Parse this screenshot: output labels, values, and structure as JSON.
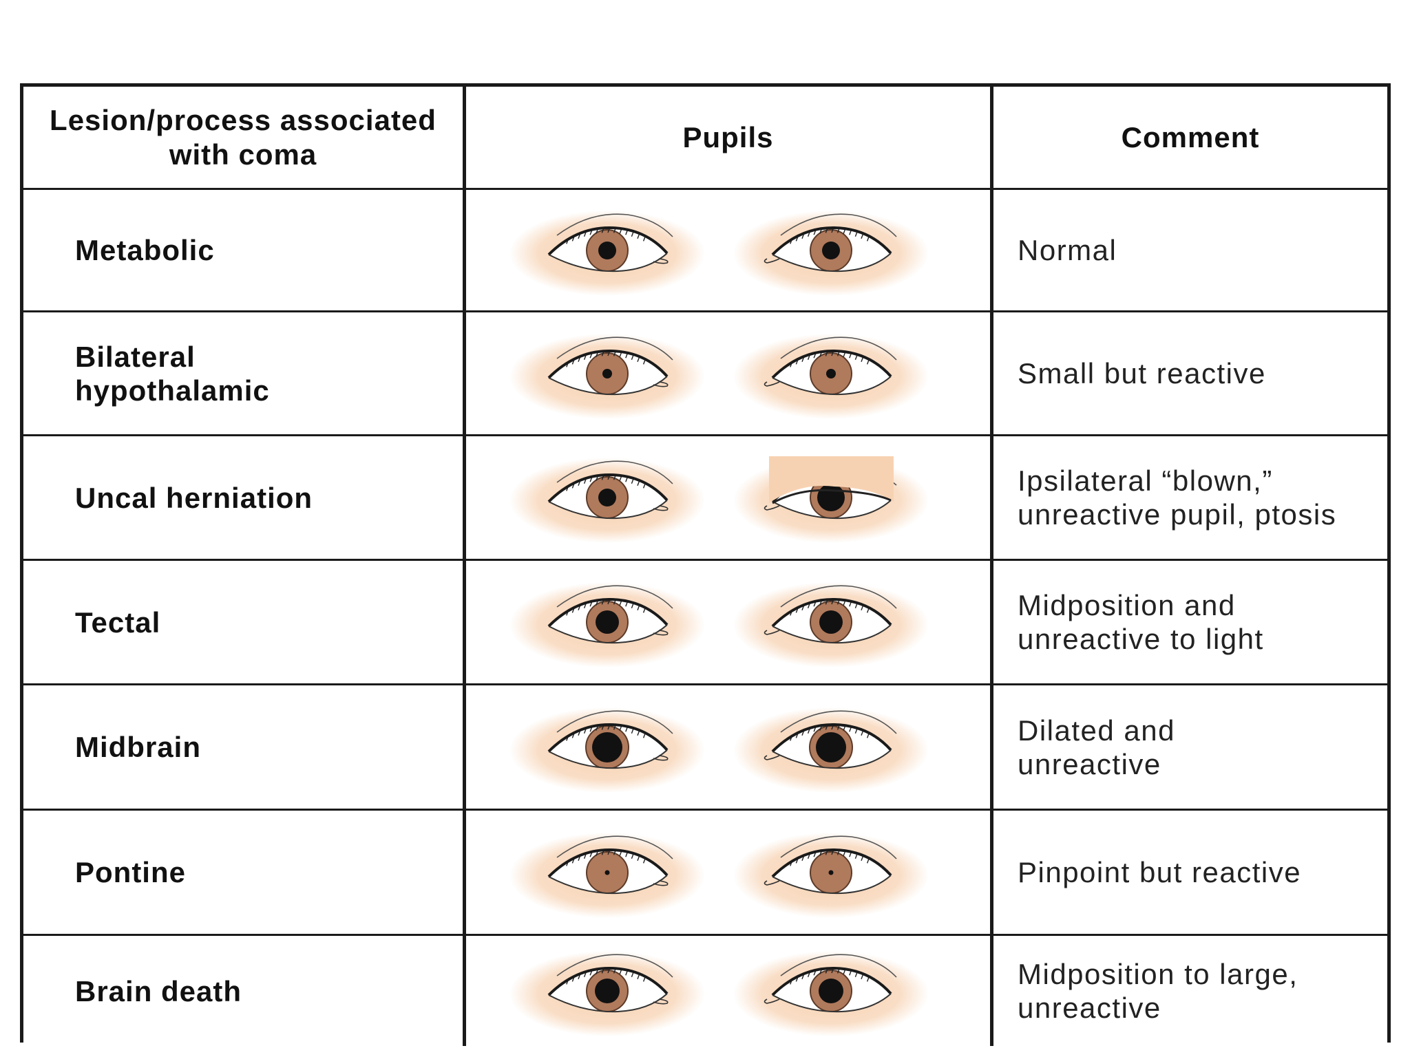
{
  "table": {
    "headers": {
      "lesion": "Lesion/process associated with coma",
      "pupils": "Pupils",
      "comment": "Comment"
    },
    "rows": [
      {
        "lesion": "Metabolic",
        "comment": "Normal",
        "pupils": {
          "right": "medium",
          "left": "medium"
        }
      },
      {
        "lesion": "Bilateral hypothalamic",
        "comment": "Small but reactive",
        "pupils": {
          "right": "small",
          "left": "small"
        }
      },
      {
        "lesion": "Uncal herniation",
        "comment": "Ipsilateral “blown,” unreactive pupil, ptosis",
        "pupils": {
          "right": "medium",
          "left": "dilated with ptosis"
        }
      },
      {
        "lesion": "Tectal",
        "comment": "Midposition and unreactive to light",
        "pupils": {
          "right": "midposition",
          "left": "midposition"
        }
      },
      {
        "lesion": "Midbrain",
        "comment": "Dilated and unreactive",
        "pupils": {
          "right": "dilated",
          "left": "dilated"
        }
      },
      {
        "lesion": "Pontine",
        "comment": "Pinpoint but reactive",
        "pupils": {
          "right": "pinpoint",
          "left": "pinpoint"
        }
      },
      {
        "lesion": "Brain death",
        "comment": "Midposition to large, unreactive",
        "pupils": {
          "right": "midposition-large",
          "left": "midposition-large"
        }
      }
    ]
  },
  "colors": {
    "iris": "#b07a5c",
    "pupil": "#111111",
    "skin_glow": "#f7d2b2",
    "border": "#1a1a1a"
  }
}
